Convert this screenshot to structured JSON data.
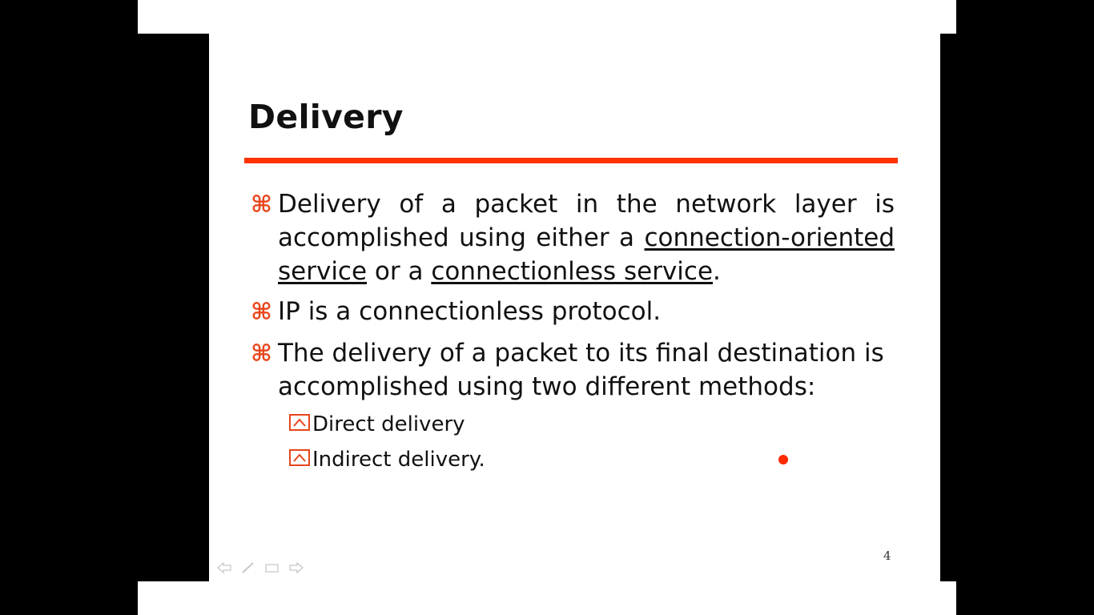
{
  "slide": {
    "title": "Delivery",
    "bullet_marker": "⌘",
    "bullets": [
      {
        "parts": [
          "Delivery of a packet in the network layer is accomplished using either a ",
          "connection-oriented service",
          " or a ",
          "connectionless service",
          "."
        ]
      },
      {
        "text": "IP is a connectionless protocol."
      },
      {
        "text": "The delivery of a packet to its final destination is accomplished using two different methods:"
      }
    ],
    "sub_bullets": [
      "Direct delivery",
      "Indirect delivery."
    ],
    "page_number": "4"
  },
  "colors": {
    "accent": "#ff3300",
    "bullet": "#e8461c",
    "text": "#111111",
    "background_frame": "#000000"
  },
  "icons": {
    "nav_prev": "arrow-left-icon",
    "nav_pen": "pen-icon",
    "nav_menu": "menu-icon",
    "nav_next": "arrow-right-icon"
  }
}
